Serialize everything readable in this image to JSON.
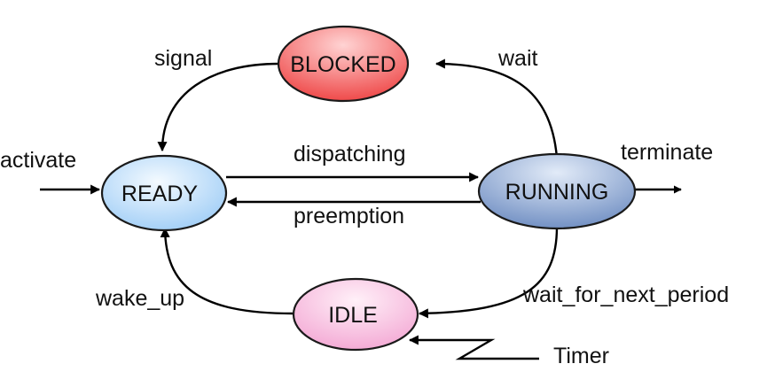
{
  "states": {
    "ready": {
      "label": "READY",
      "color": "#9fcdf6"
    },
    "blocked": {
      "label": "BLOCKED",
      "color": "#ef4a4a"
    },
    "running": {
      "label": "RUNNING",
      "color": "#7391c4"
    },
    "idle": {
      "label": "IDLE",
      "color": "#f3a6d3"
    }
  },
  "transitions": {
    "activate": "activate",
    "signal": "signal",
    "wait": "wait",
    "dispatching": "dispatching",
    "preemption": "preemption",
    "terminate": "terminate",
    "wake_up": "wake_up",
    "wait_for_next_period": "wait_for_next_period",
    "timer": "Timer"
  }
}
